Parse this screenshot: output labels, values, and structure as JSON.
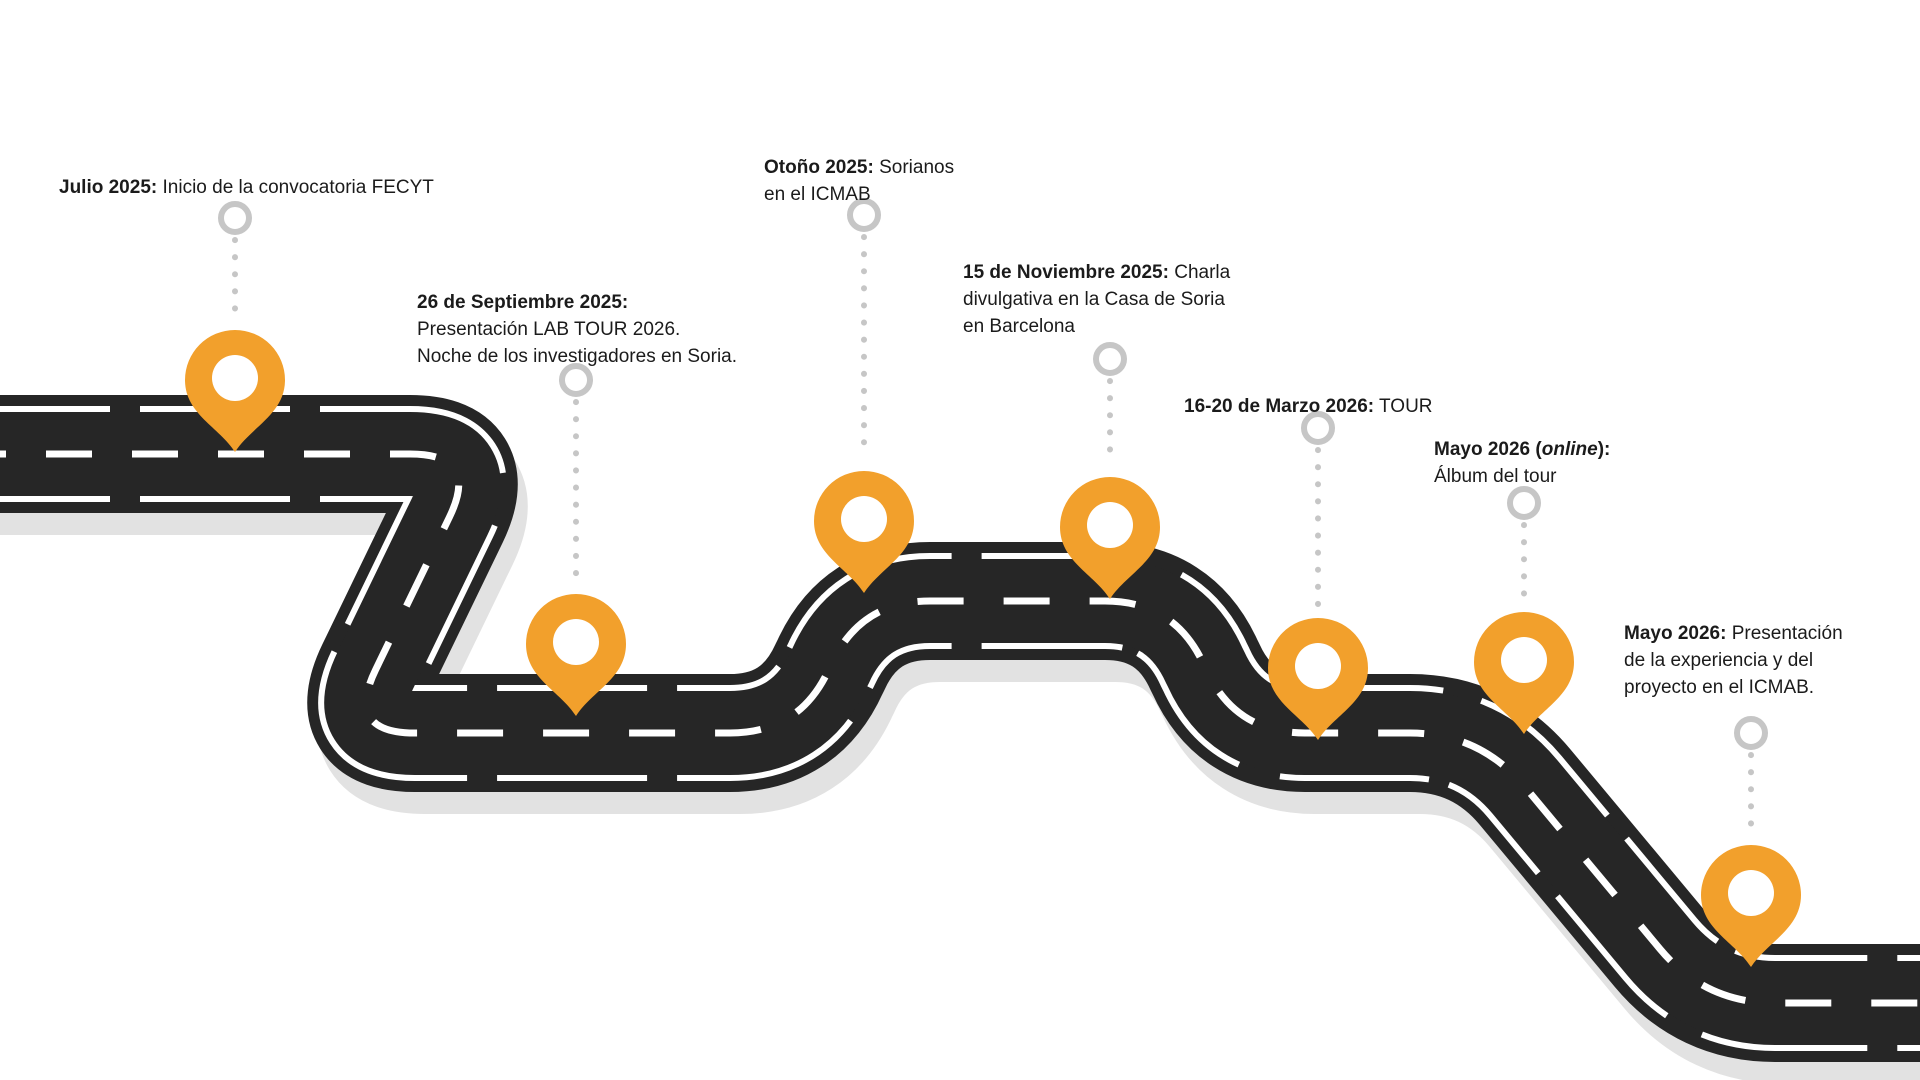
{
  "colors": {
    "road": "#262626",
    "shadow": "#e2e2e2",
    "accent_orange": "#f2a02c",
    "marker_gray": "#c6c6c6",
    "text": "#1b1b1b",
    "white": "#ffffff"
  },
  "events": [
    {
      "date_pre": "Julio 2025:",
      "text": " Inicio de la convocatoria FECYT"
    },
    {
      "date_pre": "26 de Septiembre 2025:",
      "text": "\nPresentación LAB TOUR 2026.\nNoche de los investigadores en Soria."
    },
    {
      "date_pre": "Otoño 2025:",
      "text": " Sorianos\nen el ICMAB"
    },
    {
      "date_pre": "15 de Noviembre 2025:",
      "text": " Charla\ndivulgativa en la Casa de Soria\nen Barcelona"
    },
    {
      "date_pre": "16-20 de Marzo 2026:",
      "text": " TOUR"
    },
    {
      "date_pre": "Mayo 2026 (",
      "date_italic": "online",
      "date_post": "):",
      "text": "\nÁlbum del tour"
    },
    {
      "date_pre": "Mayo 2026:",
      "text": " Presentación\nde la experiencia y del\nproyecto en el ICMAB."
    }
  ]
}
